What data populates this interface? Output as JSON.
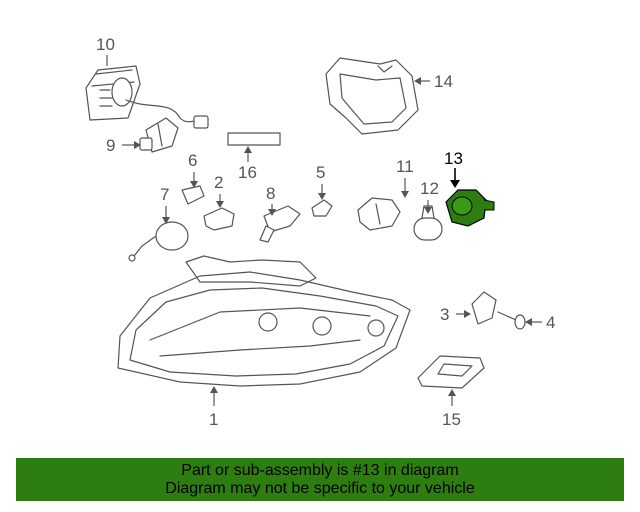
{
  "diagram": {
    "callouts": {
      "c1": "1",
      "c2": "2",
      "c3": "3",
      "c4": "4",
      "c5": "5",
      "c6": "6",
      "c7": "7",
      "c8": "8",
      "c9": "9",
      "c10": "10",
      "c11": "11",
      "c12": "12",
      "c13": "13",
      "c14": "14",
      "c15": "15",
      "c16": "16"
    },
    "highlighted_part": "13",
    "highlight_color": "#2e7d10"
  },
  "info": {
    "line1": "Part or sub-assembly is #13 in diagram",
    "line2": "Diagram may not be specific to your vehicle",
    "background": "#2e7d10"
  }
}
